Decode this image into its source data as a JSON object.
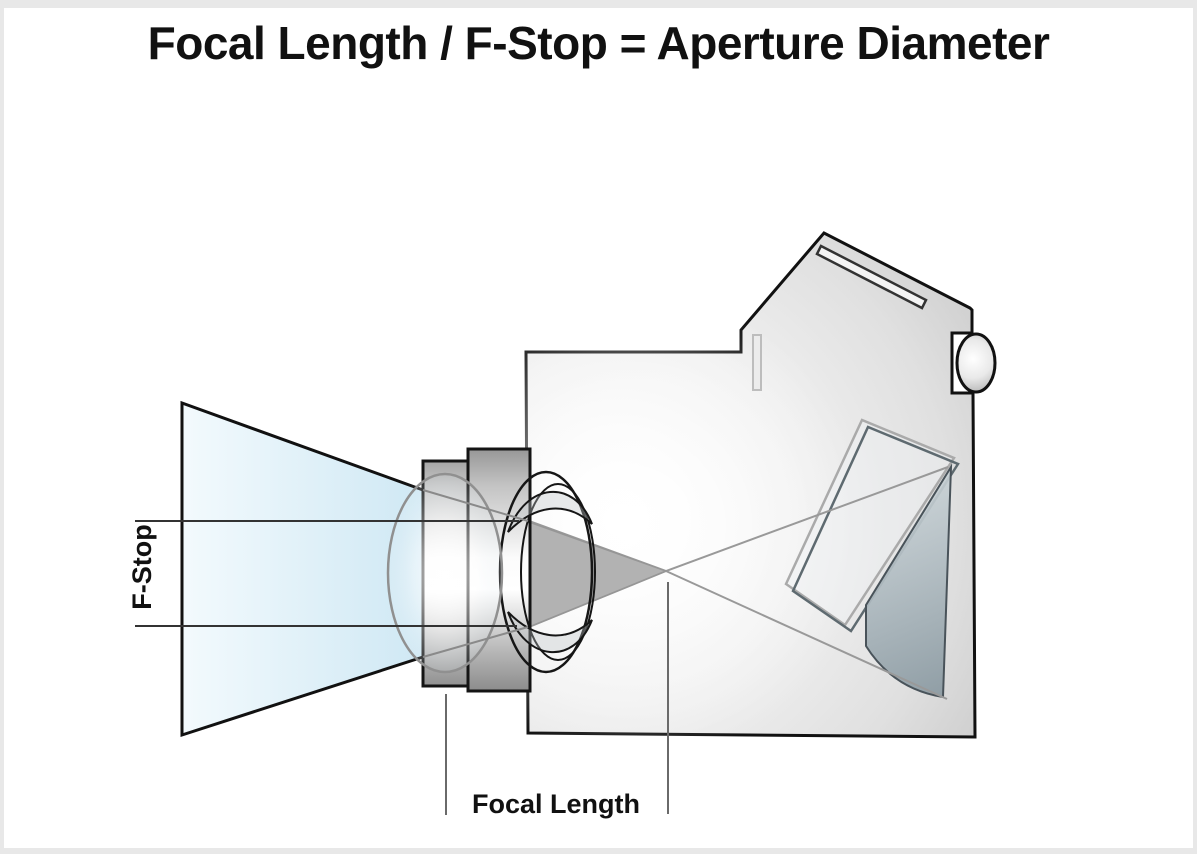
{
  "title": {
    "text": "Focal Length / F-Stop = Aperture Diameter"
  },
  "labels": {
    "f_stop": "F-Stop",
    "focal_length": "Focal Length"
  },
  "colors": {
    "page_border": "#e8e8e8",
    "canvas": "#ffffff",
    "outline": "#111111",
    "light_cone_left": "#f3fafd",
    "light_cone_right": "#cfe8f4",
    "body_highlight": "#ffffff",
    "body_shadow": "#cccccc",
    "converging_cone": "#b2b2b2",
    "ray": "#999999",
    "prism_light": "#cbd4d8",
    "prism_dark": "#8a99a1",
    "text": "#111111"
  },
  "diagram": {
    "type": "camera-aperture-optics-diagram",
    "components": [
      "incoming-light-cone",
      "lens-barrel-outer",
      "lens-barrel-inner",
      "front-lens-element",
      "rear-lens-elements",
      "camera-body",
      "hot-shoe",
      "viewfinder-eyepiece",
      "reflex-mirror",
      "prism-light-path",
      "aperture-diameter-lines",
      "focal-point-rays",
      "focal-length-leader-lines"
    ]
  }
}
